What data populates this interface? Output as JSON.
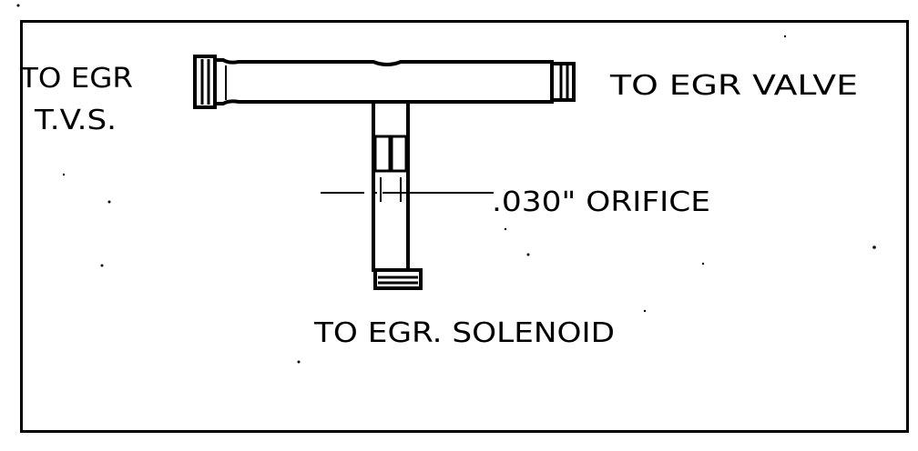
{
  "labels": {
    "egr_tvs_line1": "TO EGR",
    "egr_tvs_line2": "T.V.S.",
    "egr_valve": "TO EGR VALVE",
    "orifice": ".030\" ORIFICE",
    "egr_solenoid": "TO EGR. SOLENOID"
  },
  "colors": {
    "ink": "#000000",
    "paper": "#ffffff"
  }
}
